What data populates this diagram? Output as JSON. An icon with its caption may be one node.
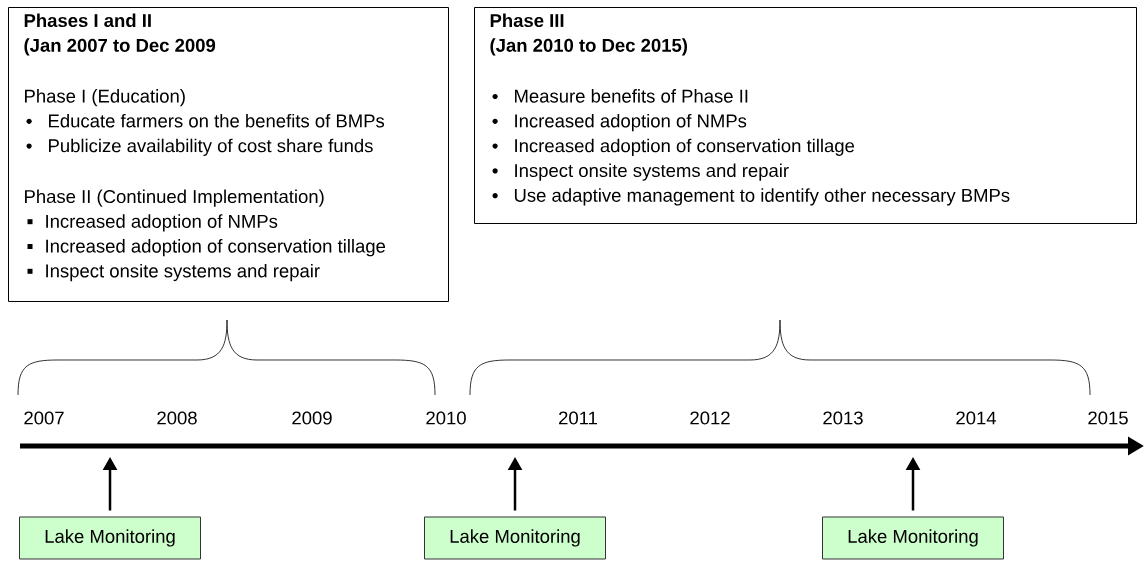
{
  "diagram": {
    "nodes": [
      {
        "text": [
          "Phases I and II",
          "(Jan 2007 to Dec 2009",
          "Phase I (Education)",
          "Educate farmers on the benefits of BMPs",
          "Publicize availability of cost share funds",
          "Phase II (Continued Implementation)",
          "Increased adoption of NMPs",
          "Increased adoption of conservation tillage",
          "Inspect onsite systems and repair"
        ]
      },
      {
        "text": [
          "Phase III",
          "(Jan 2010 to Dec 2015)",
          "Measure benefits of Phase II",
          "Increased adoption of NMPs",
          "Increased adoption of conservation tillage",
          "Inspect onsite systems and repair",
          "Use adaptive management to identify other necessary BMPs"
        ]
      },
      {
        "text": [
          "Lake Monitoring"
        ]
      },
      {
        "text": [
          "Lake Monitoring"
        ]
      },
      {
        "text": [
          "Lake Monitoring"
        ]
      }
    ],
    "edges": [
      {
        "from": 2,
        "to": null,
        "arrow": "to"
      },
      {
        "from": 3,
        "to": null,
        "arrow": "to"
      },
      {
        "from": 4,
        "to": null,
        "arrow": "to"
      }
    ],
    "labels": [
      "2007",
      "2008",
      "2009",
      "2010",
      "2011",
      "2012",
      "2013",
      "2014",
      "2015"
    ]
  }
}
